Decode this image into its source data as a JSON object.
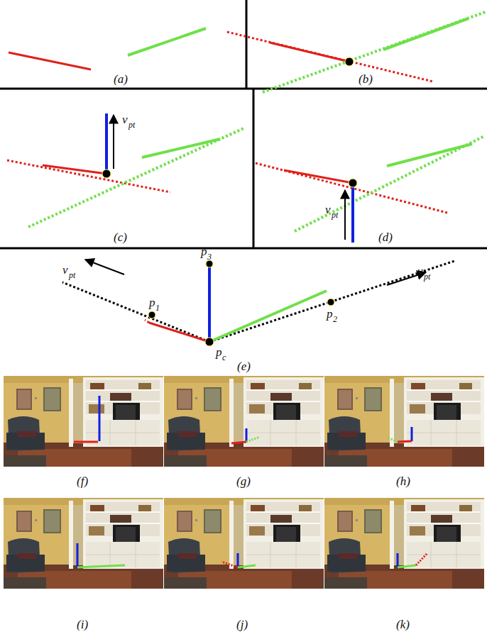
{
  "diagram": {
    "labels": [
      "(a)",
      "(b)",
      "(c)",
      "v",
      "pt",
      "(d)",
      "v",
      "pt",
      "v",
      "pt",
      "p",
      "3",
      "v",
      "pt",
      "p",
      "1",
      "p",
      "2",
      "p",
      "c",
      "(e)",
      "(f)",
      "(g)",
      "(h)",
      "(i)",
      "(j)",
      "(k)"
    ]
  }
}
